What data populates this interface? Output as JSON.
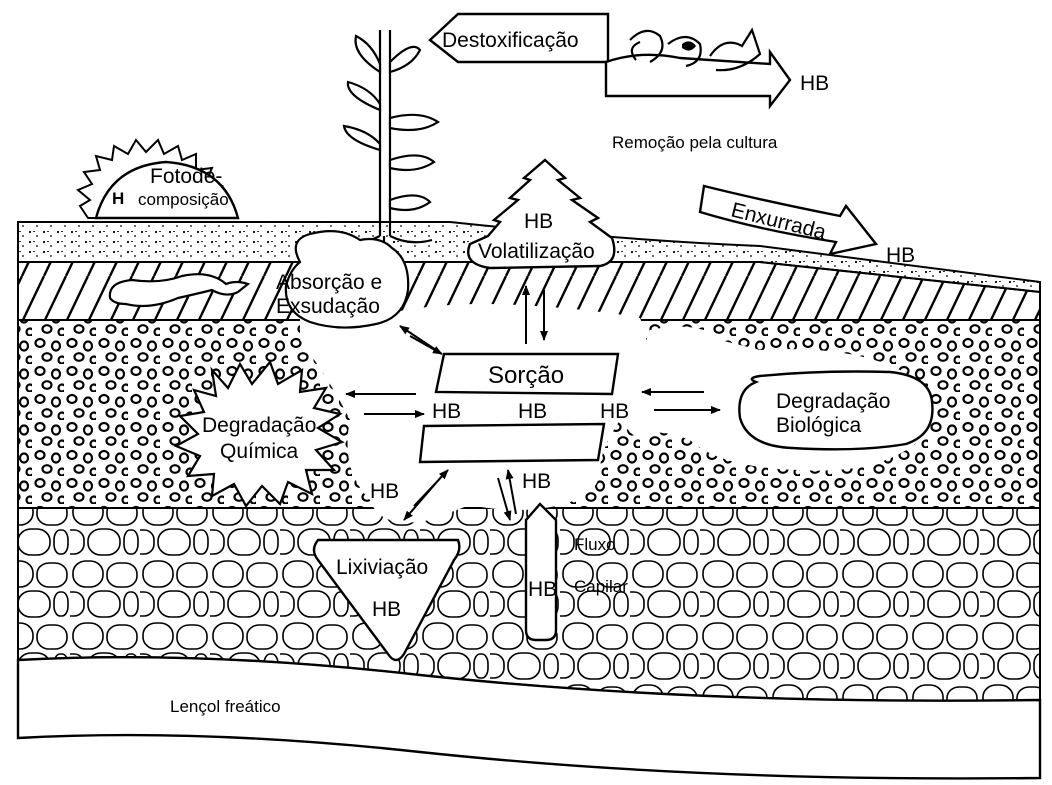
{
  "labels": {
    "destoxificacao": "Destoxificação",
    "hb_crop": "HB",
    "remocao": "Remoção pela cultura",
    "fotode": "Fotode-",
    "composicao": "composição",
    "h": "H",
    "hb_vol": "HB",
    "volatilizacao": "Volatilização",
    "enxurrada": "Enxurrada",
    "hb_enx": "HB",
    "absorcao": "Absorção e",
    "exsudacao": "Exsudação",
    "sorcao": "Sorção",
    "hb_1": "HB",
    "hb_2": "HB",
    "hb_3": "HB",
    "degradacao_q": "Degradação",
    "quimica": "Química",
    "degradacao_b": "Degradação",
    "biologica": "Biológica",
    "hb_lix_arrow": "HB",
    "hb_cap_arrow": "HB",
    "lixiviacao": "Lixiviação",
    "hb_lix": "HB",
    "hb_cap": "HB",
    "fluxo": "Fluxo",
    "capilar": "Capilar",
    "lencol": "Lençol freático"
  },
  "colors": {
    "ink": "#000000",
    "paper": "#ffffff"
  }
}
